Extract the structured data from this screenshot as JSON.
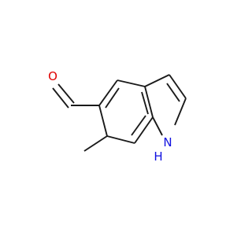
{
  "molecule": {
    "atoms": [
      {
        "id": "O",
        "label": "O",
        "color": "#e00000"
      },
      {
        "id": "N1",
        "label": "N",
        "color": "#1010e0"
      },
      {
        "id": "H1",
        "label": "H",
        "color": "#1010e0"
      }
    ],
    "bond_color": "#1a1a1a"
  }
}
